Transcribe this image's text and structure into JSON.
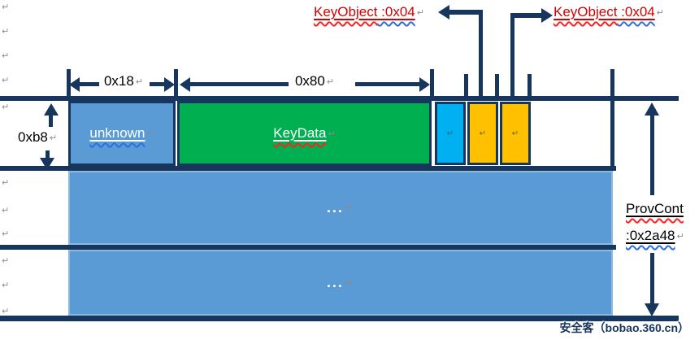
{
  "colors": {
    "line_navy": "#17365d",
    "block_blue": "#5b9bd5",
    "block_green": "#00b050",
    "block_cyan": "#00b0f0",
    "block_orange": "#ffc000",
    "pointer_label_red": "#d40000",
    "squiggle_red": "#ff2020",
    "squiggle_blue": "#2e6fdd"
  },
  "glyphs": {
    "pilcrow": "↵"
  },
  "pointers": {
    "left": {
      "name": "KeyObject",
      "value": " :0x04"
    },
    "right": {
      "name": "KeyObject",
      "value": " :0x04"
    }
  },
  "dimensions": {
    "unknown_width": "0x18",
    "keydata_width": "0x80",
    "row1_height": "0xb8",
    "provcont": {
      "name": "ProvCont",
      "value": ":0x2a48"
    }
  },
  "blocks": {
    "unknown": "unknown",
    "keydata": "KeyData"
  },
  "rows": {
    "row2": "...",
    "row3": "..."
  },
  "watermark": "安全客（bobao.360.cn）"
}
